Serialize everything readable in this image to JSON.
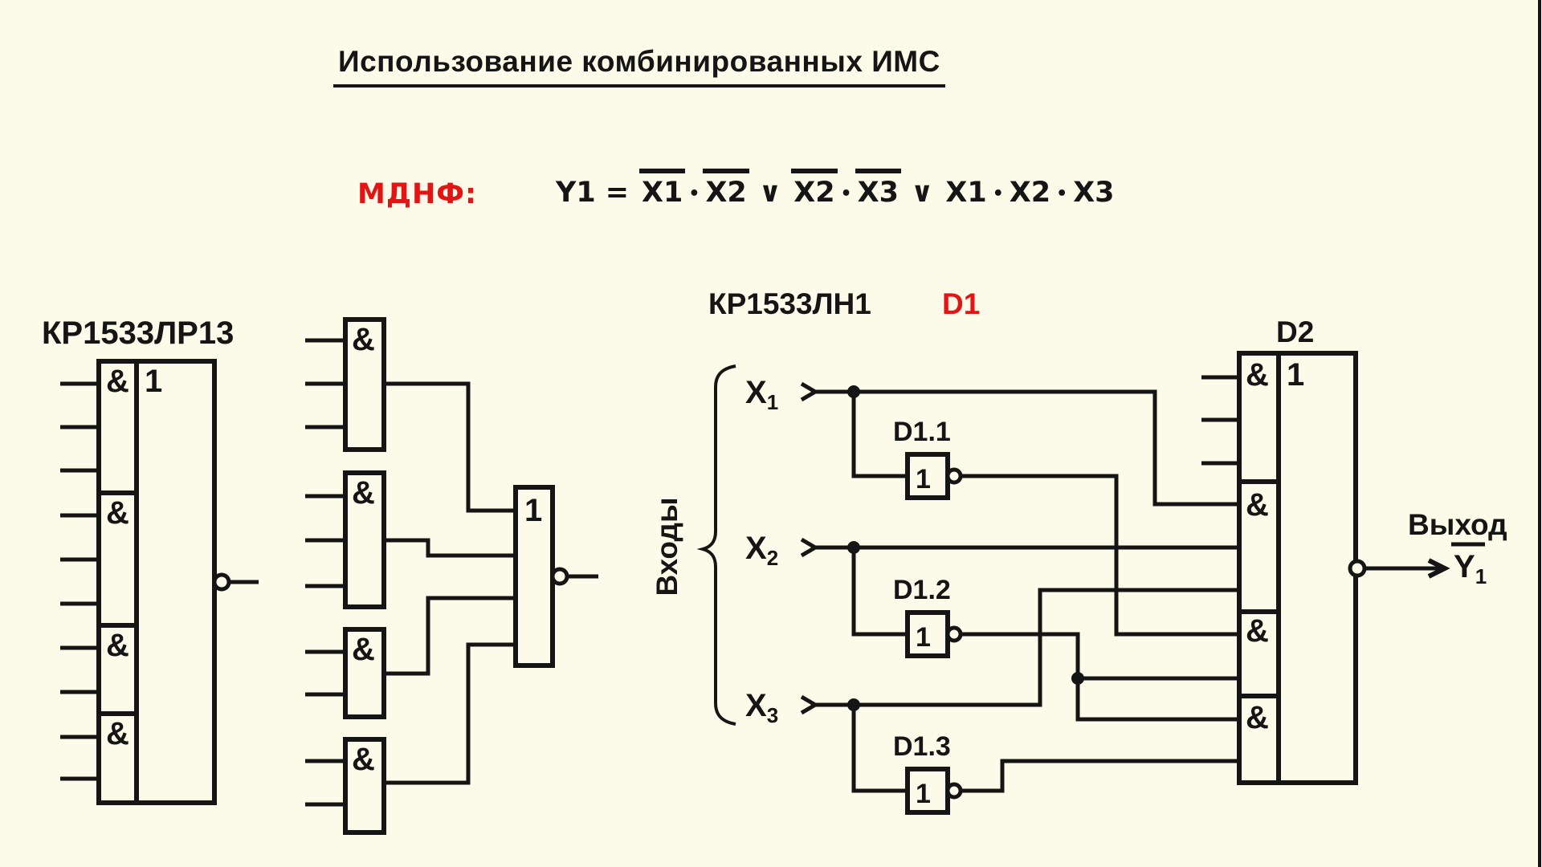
{
  "colors": {
    "background": "#FCFAE8",
    "ink": "#151515",
    "accent_red": "#E21414"
  },
  "title": {
    "text": "Использование комбинированных ИМС"
  },
  "formula": {
    "method_label": "МДНФ:",
    "lhs": "Y1",
    "equals": "=",
    "tokens": [
      {
        "text": "X1",
        "overline": true
      },
      {
        "text": "•",
        "overline": false,
        "kind": "dot"
      },
      {
        "text": "X2",
        "overline": true
      },
      {
        "text": "∨",
        "overline": false,
        "kind": "op"
      },
      {
        "text": "X2",
        "overline": true
      },
      {
        "text": "•",
        "overline": false,
        "kind": "dot"
      },
      {
        "text": "X3",
        "overline": true
      },
      {
        "text": "∨",
        "overline": false,
        "kind": "op"
      },
      {
        "text": "X1",
        "overline": false
      },
      {
        "text": "•",
        "overline": false,
        "kind": "dot"
      },
      {
        "text": "X2",
        "overline": false
      },
      {
        "text": "•",
        "overline": false,
        "kind": "dot"
      },
      {
        "text": "X3",
        "overline": false
      }
    ]
  },
  "symbols": {
    "and": "&",
    "or": "1",
    "not": "1"
  },
  "left_ic": {
    "label": "КР1533ЛР13"
  },
  "right_ic": {
    "label": "КР1533ЛН1",
    "designator": "D1"
  },
  "d2": {
    "label": "D2"
  },
  "inputs_brace_label": "Входы",
  "signals": {
    "x1": {
      "base": "X",
      "sub": "1"
    },
    "x2": {
      "base": "X",
      "sub": "2"
    },
    "x3": {
      "base": "X",
      "sub": "3"
    },
    "y1": {
      "base": "Y",
      "sub": "1"
    }
  },
  "inverters": {
    "d11": "D1.1",
    "d12": "D1.2",
    "d13": "D1.3"
  },
  "output_label": "Выход"
}
